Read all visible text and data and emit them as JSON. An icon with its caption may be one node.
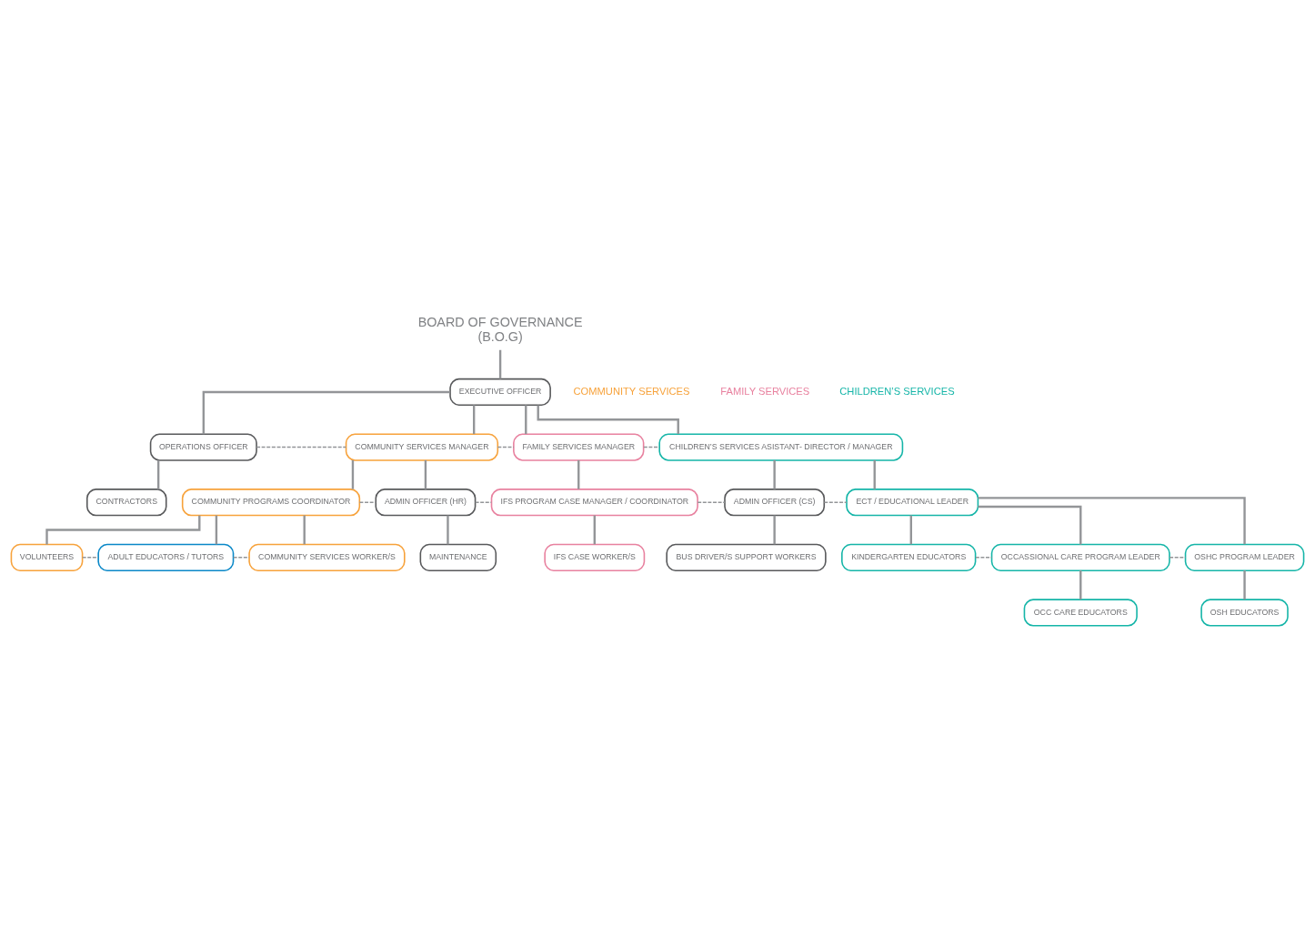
{
  "diagram": {
    "nodes": [
      {
        "text": [
          "BOARD OF GOVERNANCE",
          "(B.O.G)"
        ]
      },
      {
        "text": [
          "EXECUTIVE OFFICER"
        ]
      },
      {
        "text": [
          "OPERATIONS OFFICER"
        ]
      },
      {
        "text": [
          "COMMUNITY SERVICES MANAGER"
        ]
      },
      {
        "text": [
          "FAMILY SERVICES MANAGER"
        ]
      },
      {
        "text": [
          "CHILDREN’S SERVICES ASISTANT- DIRECTOR / MANAGER"
        ]
      },
      {
        "text": [
          "CONTRACTORS"
        ]
      },
      {
        "text": [
          "COMMUNITY PROGRAMS COORDINATOR"
        ]
      },
      {
        "text": [
          "ADMIN OFFICER (HR)"
        ]
      },
      {
        "text": [
          "IFS PROGRAM CASE MANAGER / COORDINATOR"
        ]
      },
      {
        "text": [
          "ADMIN OFFICER (CS)"
        ]
      },
      {
        "text": [
          "ECT / EDUCATIONAL LEADER"
        ]
      },
      {
        "text": [
          "VOLUNTEERS"
        ]
      },
      {
        "text": [
          "ADULT EDUCATORS / TUTORS"
        ]
      },
      {
        "text": [
          "COMMUNITY SERVICES WORKER/S"
        ]
      },
      {
        "text": [
          "MAINTENANCE"
        ]
      },
      {
        "text": [
          "IFS CASE WORKER/S"
        ]
      },
      {
        "text": [
          "BUS DRIVER/S SUPPORT WORKERS"
        ]
      },
      {
        "text": [
          "KINDERGARTEN EDUCATORS"
        ]
      },
      {
        "text": [
          "OCCASSIONAL CARE PROGRAM LEADER"
        ]
      },
      {
        "text": [
          "OSHC PROGRAM LEADER"
        ]
      },
      {
        "text": [
          "OCC CARE EDUCATORS"
        ]
      },
      {
        "text": [
          "OSH EDUCATORS"
        ]
      }
    ],
    "edges": [
      {
        "from": 0,
        "to": 1,
        "arrow": "none"
      },
      {
        "from": 1,
        "to": 2,
        "arrow": "none"
      },
      {
        "from": 1,
        "to": 3,
        "arrow": "none"
      },
      {
        "from": 1,
        "to": 4,
        "arrow": "none"
      },
      {
        "from": 1,
        "to": 5,
        "arrow": "none"
      },
      {
        "from": 2,
        "to": 3,
        "arrow": "none",
        "style": "dashed"
      },
      {
        "from": 3,
        "to": 4,
        "arrow": "none",
        "style": "dashed"
      },
      {
        "from": 4,
        "to": 5,
        "arrow": "none",
        "style": "dashed"
      },
      {
        "from": 2,
        "to": 6,
        "arrow": "none"
      },
      {
        "from": 3,
        "to": 7,
        "arrow": "none"
      },
      {
        "from": 3,
        "to": 8,
        "arrow": "none"
      },
      {
        "from": 4,
        "to": 9,
        "arrow": "none"
      },
      {
        "from": 5,
        "to": 10,
        "arrow": "none"
      },
      {
        "from": 5,
        "to": 11,
        "arrow": "none"
      },
      {
        "from": 7,
        "to": 8,
        "arrow": "none",
        "style": "dashed"
      },
      {
        "from": 8,
        "to": 9,
        "arrow": "none",
        "style": "dashed"
      },
      {
        "from": 9,
        "to": 10,
        "arrow": "none",
        "style": "dashed"
      },
      {
        "from": 10,
        "to": 11,
        "arrow": "none",
        "style": "dashed"
      },
      {
        "from": 7,
        "to": 12,
        "arrow": "none"
      },
      {
        "from": 7,
        "to": 13,
        "arrow": "none"
      },
      {
        "from": 7,
        "to": 14,
        "arrow": "none"
      },
      {
        "from": 12,
        "to": 13,
        "arrow": "none",
        "style": "dashed"
      },
      {
        "from": 13,
        "to": 14,
        "arrow": "none",
        "style": "dashed"
      },
      {
        "from": 8,
        "to": 15,
        "arrow": "none"
      },
      {
        "from": 9,
        "to": 16,
        "arrow": "none"
      },
      {
        "from": 10,
        "to": 17,
        "arrow": "none"
      },
      {
        "from": 11,
        "to": 18,
        "arrow": "none"
      },
      {
        "from": 11,
        "to": 19,
        "arrow": "none"
      },
      {
        "from": 11,
        "to": 20,
        "arrow": "none"
      },
      {
        "from": 18,
        "to": 19,
        "arrow": "none",
        "style": "dashed"
      },
      {
        "from": 19,
        "to": 20,
        "arrow": "none",
        "style": "dashed"
      },
      {
        "from": 19,
        "to": 21,
        "arrow": "none"
      },
      {
        "from": 20,
        "to": 22,
        "arrow": "none"
      }
    ],
    "labels": [
      "COMMUNITY SERVICES",
      "FAMILY SERVICES",
      "CHILDREN’S SERVICES"
    ]
  }
}
